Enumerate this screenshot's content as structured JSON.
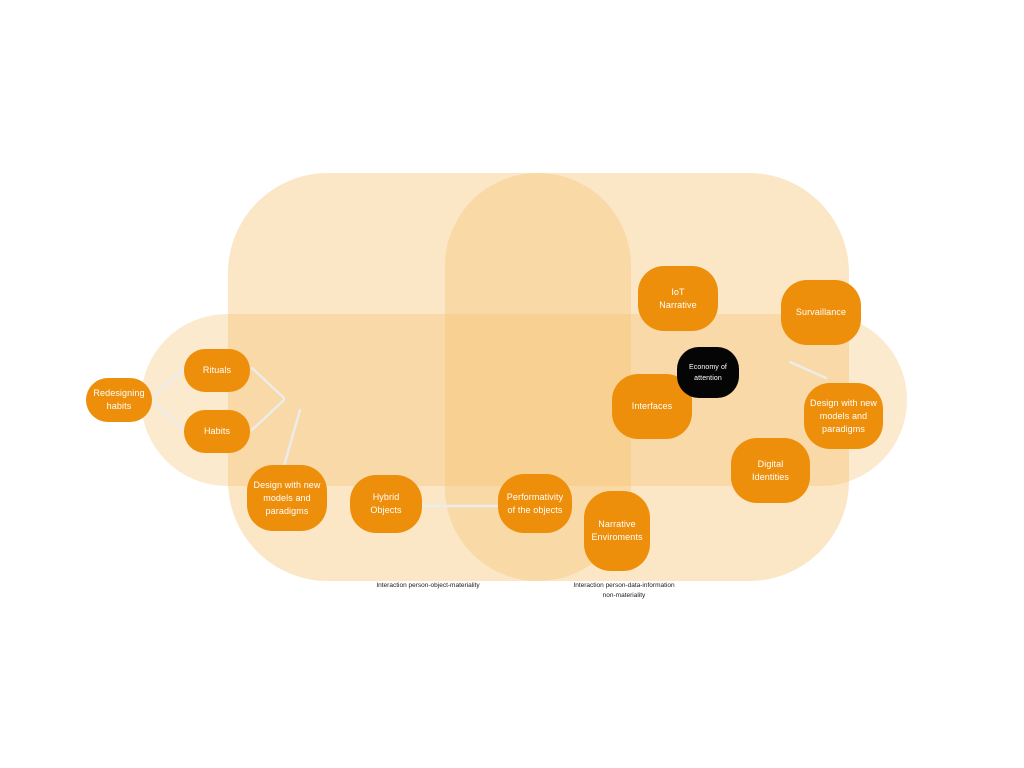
{
  "diagram": {
    "nodes": {
      "redesigning_habits": "Redesigning\nhabits",
      "rituals": "Rituals",
      "habits": "Habits",
      "design_left": "Design with new\nmodels and\nparadigms",
      "hybrid_objects": "Hybrid\nObjects",
      "performativity": "Performativity\nof the objects",
      "narrative_environments": "Narrative\nEnviroments",
      "interfaces": "Interfaces",
      "iot_narrative": "IoT\nNarrative",
      "economy_of_attention": "Economy of\nattention",
      "survaillance": "Survaillance",
      "design_right": "Design with new\nmodels and\nparadigms",
      "digital_identities": "Digital\nIdentities"
    },
    "captions": {
      "materiality": "Interaction person-object-materiality",
      "non_materiality": "Interaction person-data-information\nnon-materiality"
    }
  },
  "colors": {
    "node": "#ee8f0b",
    "node_dark": "#050505",
    "region": "#f6c16e",
    "connector": "#ececec"
  }
}
